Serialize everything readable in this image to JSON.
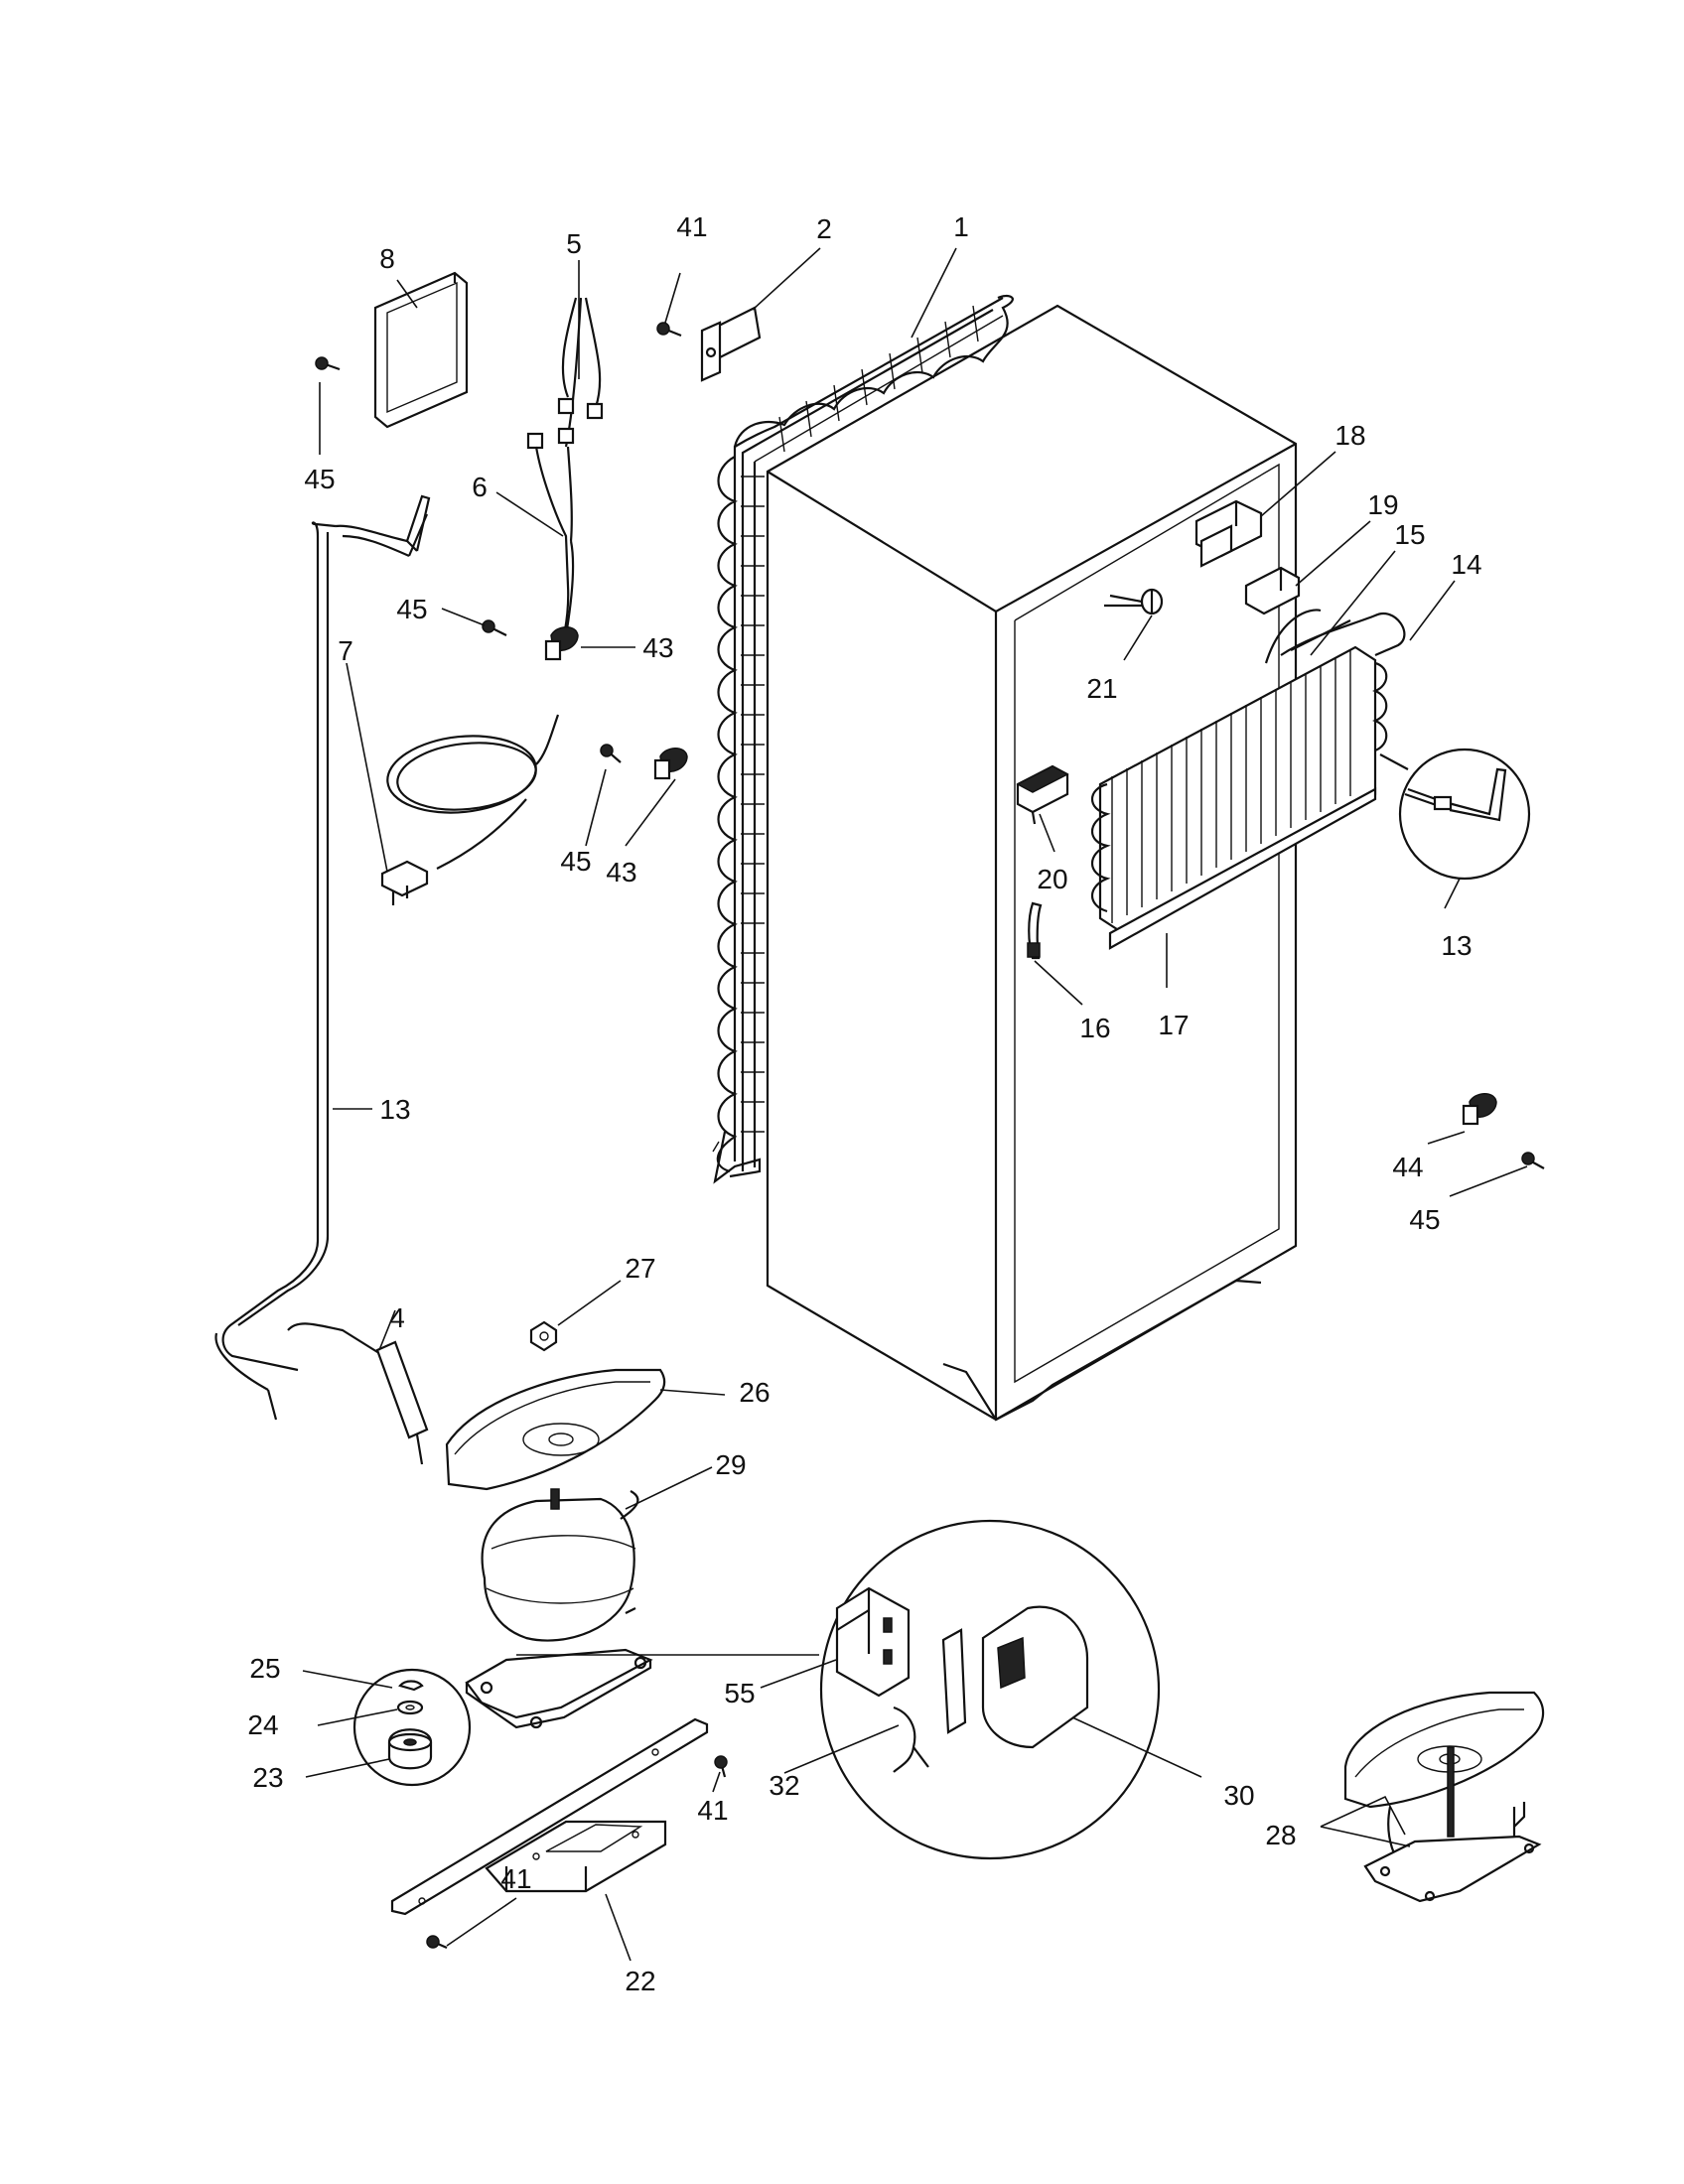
{
  "diagram": {
    "callouts": {
      "c1": "1",
      "c2": "2",
      "c4": "4",
      "c5": "5",
      "c6": "6",
      "c7": "7",
      "c8": "8",
      "c13a": "13",
      "c13b": "13",
      "c14": "14",
      "c15": "15",
      "c16": "16",
      "c17": "17",
      "c18": "18",
      "c19": "19",
      "c20": "20",
      "c21": "21",
      "c22": "22",
      "c23": "23",
      "c24": "24",
      "c25": "25",
      "c26": "26",
      "c27": "27",
      "c28": "28",
      "c29": "29",
      "c30": "30",
      "c32": "32",
      "c41a": "41",
      "c41b": "41",
      "c41c": "41",
      "c43a": "43",
      "c43b": "43",
      "c44": "44",
      "c45a": "45",
      "c45b": "45",
      "c45c": "45",
      "c45d": "45",
      "c55": "55"
    }
  }
}
